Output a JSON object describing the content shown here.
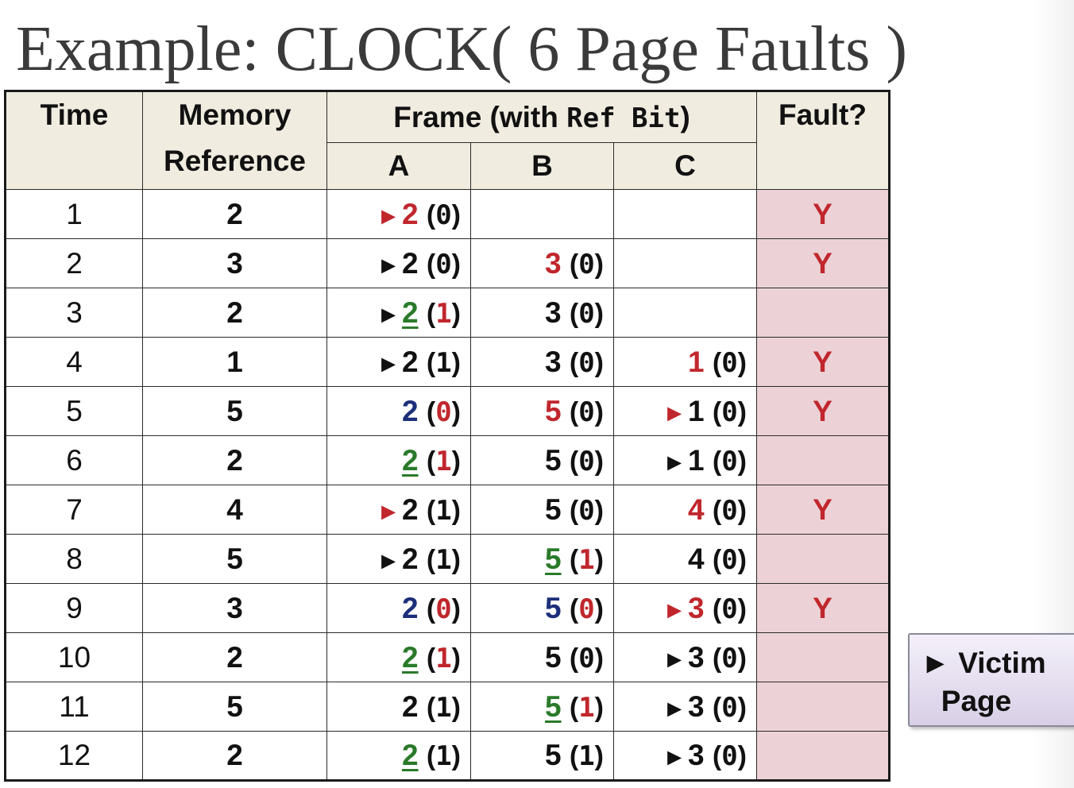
{
  "title": "Example: CLOCK( 6 Page Faults )",
  "table": {
    "headers": {
      "time": "Time",
      "memory_reference_line1": "Memory",
      "memory_reference_line2": "Reference",
      "frame_prefix": "Frame (with ",
      "frame_code": "Ref Bit",
      "frame_suffix": ")",
      "fault": "Fault?",
      "frames": [
        "A",
        "B",
        "C"
      ]
    },
    "rows": [
      {
        "time": "1",
        "ref": "2",
        "fault": "Y",
        "cells": [
          {
            "value": "2",
            "bit": "0",
            "pointer": true,
            "pointer_color": "red",
            "value_style": "red",
            "bit_style": "black"
          },
          null,
          null
        ]
      },
      {
        "time": "2",
        "ref": "3",
        "fault": "Y",
        "cells": [
          {
            "value": "2",
            "bit": "0",
            "pointer": true,
            "pointer_color": "black",
            "value_style": "black",
            "bit_style": "black"
          },
          {
            "value": "3",
            "bit": "0",
            "pointer": false,
            "value_style": "red",
            "bit_style": "black"
          },
          null
        ]
      },
      {
        "time": "3",
        "ref": "2",
        "fault": "",
        "cells": [
          {
            "value": "2",
            "bit": "1",
            "pointer": true,
            "pointer_color": "black",
            "value_style": "green",
            "bit_style": "red"
          },
          {
            "value": "3",
            "bit": "0",
            "pointer": false,
            "value_style": "black",
            "bit_style": "black"
          },
          null
        ]
      },
      {
        "time": "4",
        "ref": "1",
        "fault": "Y",
        "cells": [
          {
            "value": "2",
            "bit": "1",
            "pointer": true,
            "pointer_color": "black",
            "value_style": "black",
            "bit_style": "black"
          },
          {
            "value": "3",
            "bit": "0",
            "pointer": false,
            "value_style": "black",
            "bit_style": "black"
          },
          {
            "value": "1",
            "bit": "0",
            "pointer": false,
            "value_style": "red",
            "bit_style": "black"
          }
        ]
      },
      {
        "time": "5",
        "ref": "5",
        "fault": "Y",
        "cells": [
          {
            "value": "2",
            "bit": "0",
            "pointer": false,
            "value_style": "blue",
            "bit_style": "red"
          },
          {
            "value": "5",
            "bit": "0",
            "pointer": false,
            "value_style": "red",
            "bit_style": "black"
          },
          {
            "value": "1",
            "bit": "0",
            "pointer": true,
            "pointer_color": "red",
            "value_style": "black",
            "bit_style": "black"
          }
        ]
      },
      {
        "time": "6",
        "ref": "2",
        "fault": "",
        "cells": [
          {
            "value": "2",
            "bit": "1",
            "pointer": false,
            "value_style": "green",
            "bit_style": "red"
          },
          {
            "value": "5",
            "bit": "0",
            "pointer": false,
            "value_style": "black",
            "bit_style": "black"
          },
          {
            "value": "1",
            "bit": "0",
            "pointer": true,
            "pointer_color": "black",
            "value_style": "black",
            "bit_style": "black"
          }
        ]
      },
      {
        "time": "7",
        "ref": "4",
        "fault": "Y",
        "cells": [
          {
            "value": "2",
            "bit": "1",
            "pointer": true,
            "pointer_color": "red",
            "value_style": "black",
            "bit_style": "black"
          },
          {
            "value": "5",
            "bit": "0",
            "pointer": false,
            "value_style": "black",
            "bit_style": "black"
          },
          {
            "value": "4",
            "bit": "0",
            "pointer": false,
            "value_style": "red",
            "bit_style": "black"
          }
        ]
      },
      {
        "time": "8",
        "ref": "5",
        "fault": "",
        "cells": [
          {
            "value": "2",
            "bit": "1",
            "pointer": true,
            "pointer_color": "black",
            "value_style": "black",
            "bit_style": "black"
          },
          {
            "value": "5",
            "bit": "1",
            "pointer": false,
            "value_style": "green",
            "bit_style": "red"
          },
          {
            "value": "4",
            "bit": "0",
            "pointer": false,
            "value_style": "black",
            "bit_style": "black"
          }
        ]
      },
      {
        "time": "9",
        "ref": "3",
        "fault": "Y",
        "cells": [
          {
            "value": "2",
            "bit": "0",
            "pointer": false,
            "value_style": "blue",
            "bit_style": "red"
          },
          {
            "value": "5",
            "bit": "0",
            "pointer": false,
            "value_style": "blue",
            "bit_style": "red"
          },
          {
            "value": "3",
            "bit": "0",
            "pointer": true,
            "pointer_color": "red",
            "value_style": "red",
            "bit_style": "black"
          }
        ]
      },
      {
        "time": "10",
        "ref": "2",
        "fault": "",
        "cells": [
          {
            "value": "2",
            "bit": "1",
            "pointer": false,
            "value_style": "green",
            "bit_style": "red"
          },
          {
            "value": "5",
            "bit": "0",
            "pointer": false,
            "value_style": "black",
            "bit_style": "black"
          },
          {
            "value": "3",
            "bit": "0",
            "pointer": true,
            "pointer_color": "black",
            "value_style": "black",
            "bit_style": "black"
          }
        ]
      },
      {
        "time": "11",
        "ref": "5",
        "fault": "",
        "cells": [
          {
            "value": "2",
            "bit": "1",
            "pointer": false,
            "value_style": "black",
            "bit_style": "black"
          },
          {
            "value": "5",
            "bit": "1",
            "pointer": false,
            "value_style": "green",
            "bit_style": "red"
          },
          {
            "value": "3",
            "bit": "0",
            "pointer": true,
            "pointer_color": "black",
            "value_style": "black",
            "bit_style": "black"
          }
        ]
      },
      {
        "time": "12",
        "ref": "2",
        "fault": "",
        "cells": [
          {
            "value": "2",
            "bit": "1",
            "pointer": false,
            "value_style": "green",
            "bit_style": "black"
          },
          {
            "value": "5",
            "bit": "1",
            "pointer": false,
            "value_style": "black",
            "bit_style": "black"
          },
          {
            "value": "3",
            "bit": "0",
            "pointer": true,
            "pointer_color": "black",
            "value_style": "black",
            "bit_style": "black"
          }
        ]
      }
    ]
  },
  "legend": {
    "pointer_glyph": "►",
    "line1": "Victim",
    "line2": "Page"
  },
  "colors": {
    "header_bg": "#f0ece0",
    "fault_bg": "#ecd2d6",
    "red": "#c0272d",
    "blue": "#1d2f7a",
    "green": "#2a7a2a"
  }
}
